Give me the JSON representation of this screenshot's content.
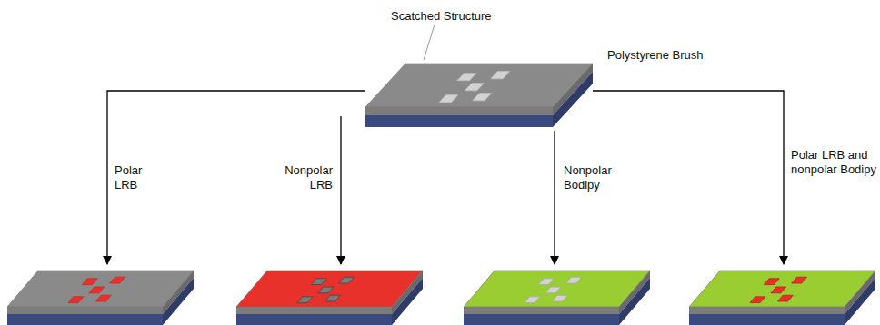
{
  "diagram": {
    "labels": [
      "Scatched Structure",
      "Polystyrene Brush",
      "Polar LRB",
      "Nonpolar LRB",
      "Nonpolar Bodipy",
      "Polar LRB and nonpolar Bodipy"
    ]
  }
}
